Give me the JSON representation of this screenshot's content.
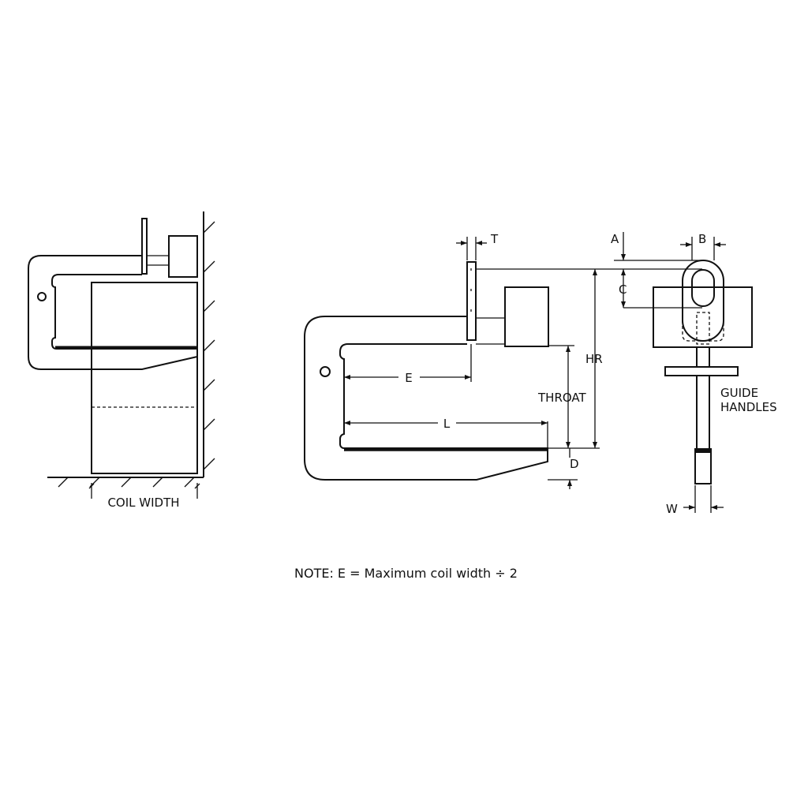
{
  "labels": {
    "coil_width": "COIL WIDTH",
    "t": "T",
    "a": "A",
    "b": "B",
    "c": "C",
    "hr": "HR",
    "e": "E",
    "throat": "THROAT",
    "l": "L",
    "d": "D",
    "w": "W",
    "guide_handles_line1": "GUIDE",
    "guide_handles_line2": "HANDLES"
  },
  "note": "NOTE: E = Maximum coil width ÷ 2"
}
